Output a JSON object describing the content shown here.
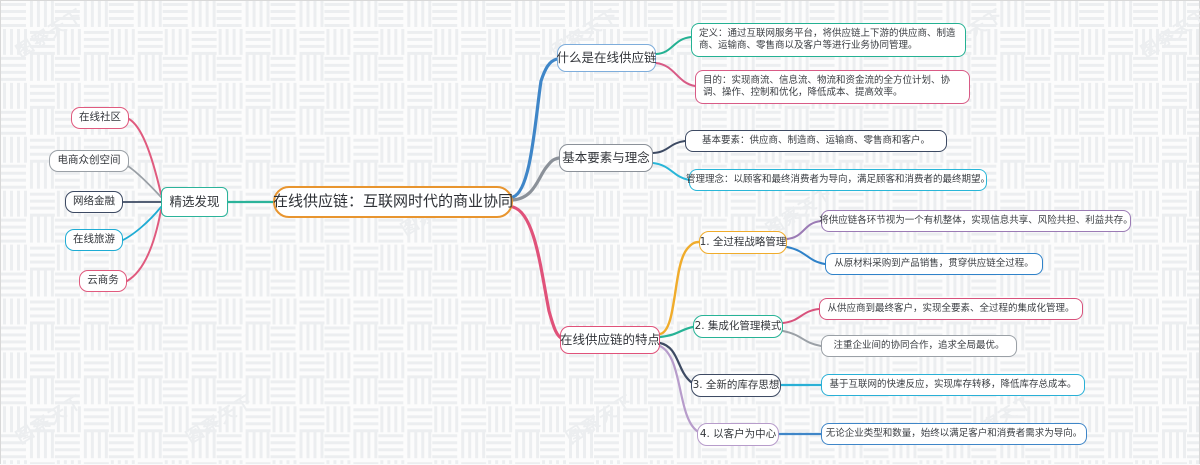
{
  "background": {
    "watermark_text": "图察天下",
    "accent_orange": "#e8952f",
    "pattern": "basket-weave"
  },
  "root": {
    "label": "在线供应链：互联网时代的商业协同",
    "border_color": "#e8952f"
  },
  "left_branch": {
    "main": {
      "label": "精选发现",
      "border_color": "#2bb39a"
    },
    "items": [
      {
        "label": "在线社区",
        "border_color": "#e05a7e"
      },
      {
        "label": "电商众创空间",
        "border_color": "#9aa0a6"
      },
      {
        "label": "网络金融",
        "border_color": "#3d4a63"
      },
      {
        "label": "在线旅游",
        "border_color": "#1eacd4"
      },
      {
        "label": "云商务",
        "border_color": "#e05a7e"
      }
    ]
  },
  "right_branches": [
    {
      "label": "什么是在线供应链",
      "border_color": "#7eaddb",
      "link_color": "#3f86c8",
      "children": [
        {
          "label": "定义：通过互联网服务平台，将供应链上下游的供应商、制造商、运输商、零售商以及客户等进行业务协同管理。",
          "border_color": "#24b193",
          "link_color": "#24b193"
        },
        {
          "label": "目的：实现商流、信息流、物流和资金流的全方位计划、协调、操作、控制和优化，降低成本、提高效率。",
          "border_color": "#d85b86",
          "link_color": "#d85b86"
        }
      ]
    },
    {
      "label": "基本要素与理念",
      "border_color": "#8b9199",
      "link_color": "#8b9199",
      "children": [
        {
          "label": "基本要素：供应商、制造商、运输商、零售商和客户。",
          "border_color": "#3d4a63",
          "link_color": "#3d4a63"
        },
        {
          "label": "管理理念：以顾客和最终消费者为导向，满足顾客和消费者的最终期望。",
          "border_color": "#29b6d8",
          "link_color": "#29b6d8"
        }
      ]
    },
    {
      "label": "在线供应链的特点",
      "border_color": "#e0527a",
      "link_color": "#e0527a",
      "children": [
        {
          "label": "1. 全过程战略管理",
          "border_color": "#f0ac2b",
          "link_color": "#f0ac2b",
          "children": [
            {
              "label": "将供应链各环节视为一个有机整体，实现信息共享、风险共担、利益共存。",
              "border_color": "#9b7bb5",
              "link_color": "#9b7bb5"
            },
            {
              "label": "从原材料采购到产品销售，贯穿供应链全过程。",
              "border_color": "#2f82c9",
              "link_color": "#2f82c9"
            }
          ]
        },
        {
          "label": "2. 集成化管理模式",
          "border_color": "#27b396",
          "link_color": "#27b396",
          "children": [
            {
              "label": "从供应商到最终客户，实现全要素、全过程的集成化管理。",
              "border_color": "#d8527c",
              "link_color": "#d8527c"
            },
            {
              "label": "注重企业间的协同合作，追求全局最优。",
              "border_color": "#9aa0a6",
              "link_color": "#9aa0a6"
            }
          ]
        },
        {
          "label": "3. 全新的库存思想",
          "border_color": "#3d4a63",
          "link_color": "#3d4a63",
          "children": [
            {
              "label": "基于互联网的快速反应，实现库存转移，降低库存总成本。",
              "border_color": "#29b0d6",
              "link_color": "#29b0d6"
            }
          ]
        },
        {
          "label": "4. 以客户为中心",
          "border_color": "#b79ccb",
          "link_color": "#b79ccb",
          "children": [
            {
              "label": "无论企业类型和数量，始终以满足客户和消费者需求为导向。",
              "border_color": "#3f86c8",
              "link_color": "#3f86c8"
            }
          ]
        }
      ]
    }
  ]
}
